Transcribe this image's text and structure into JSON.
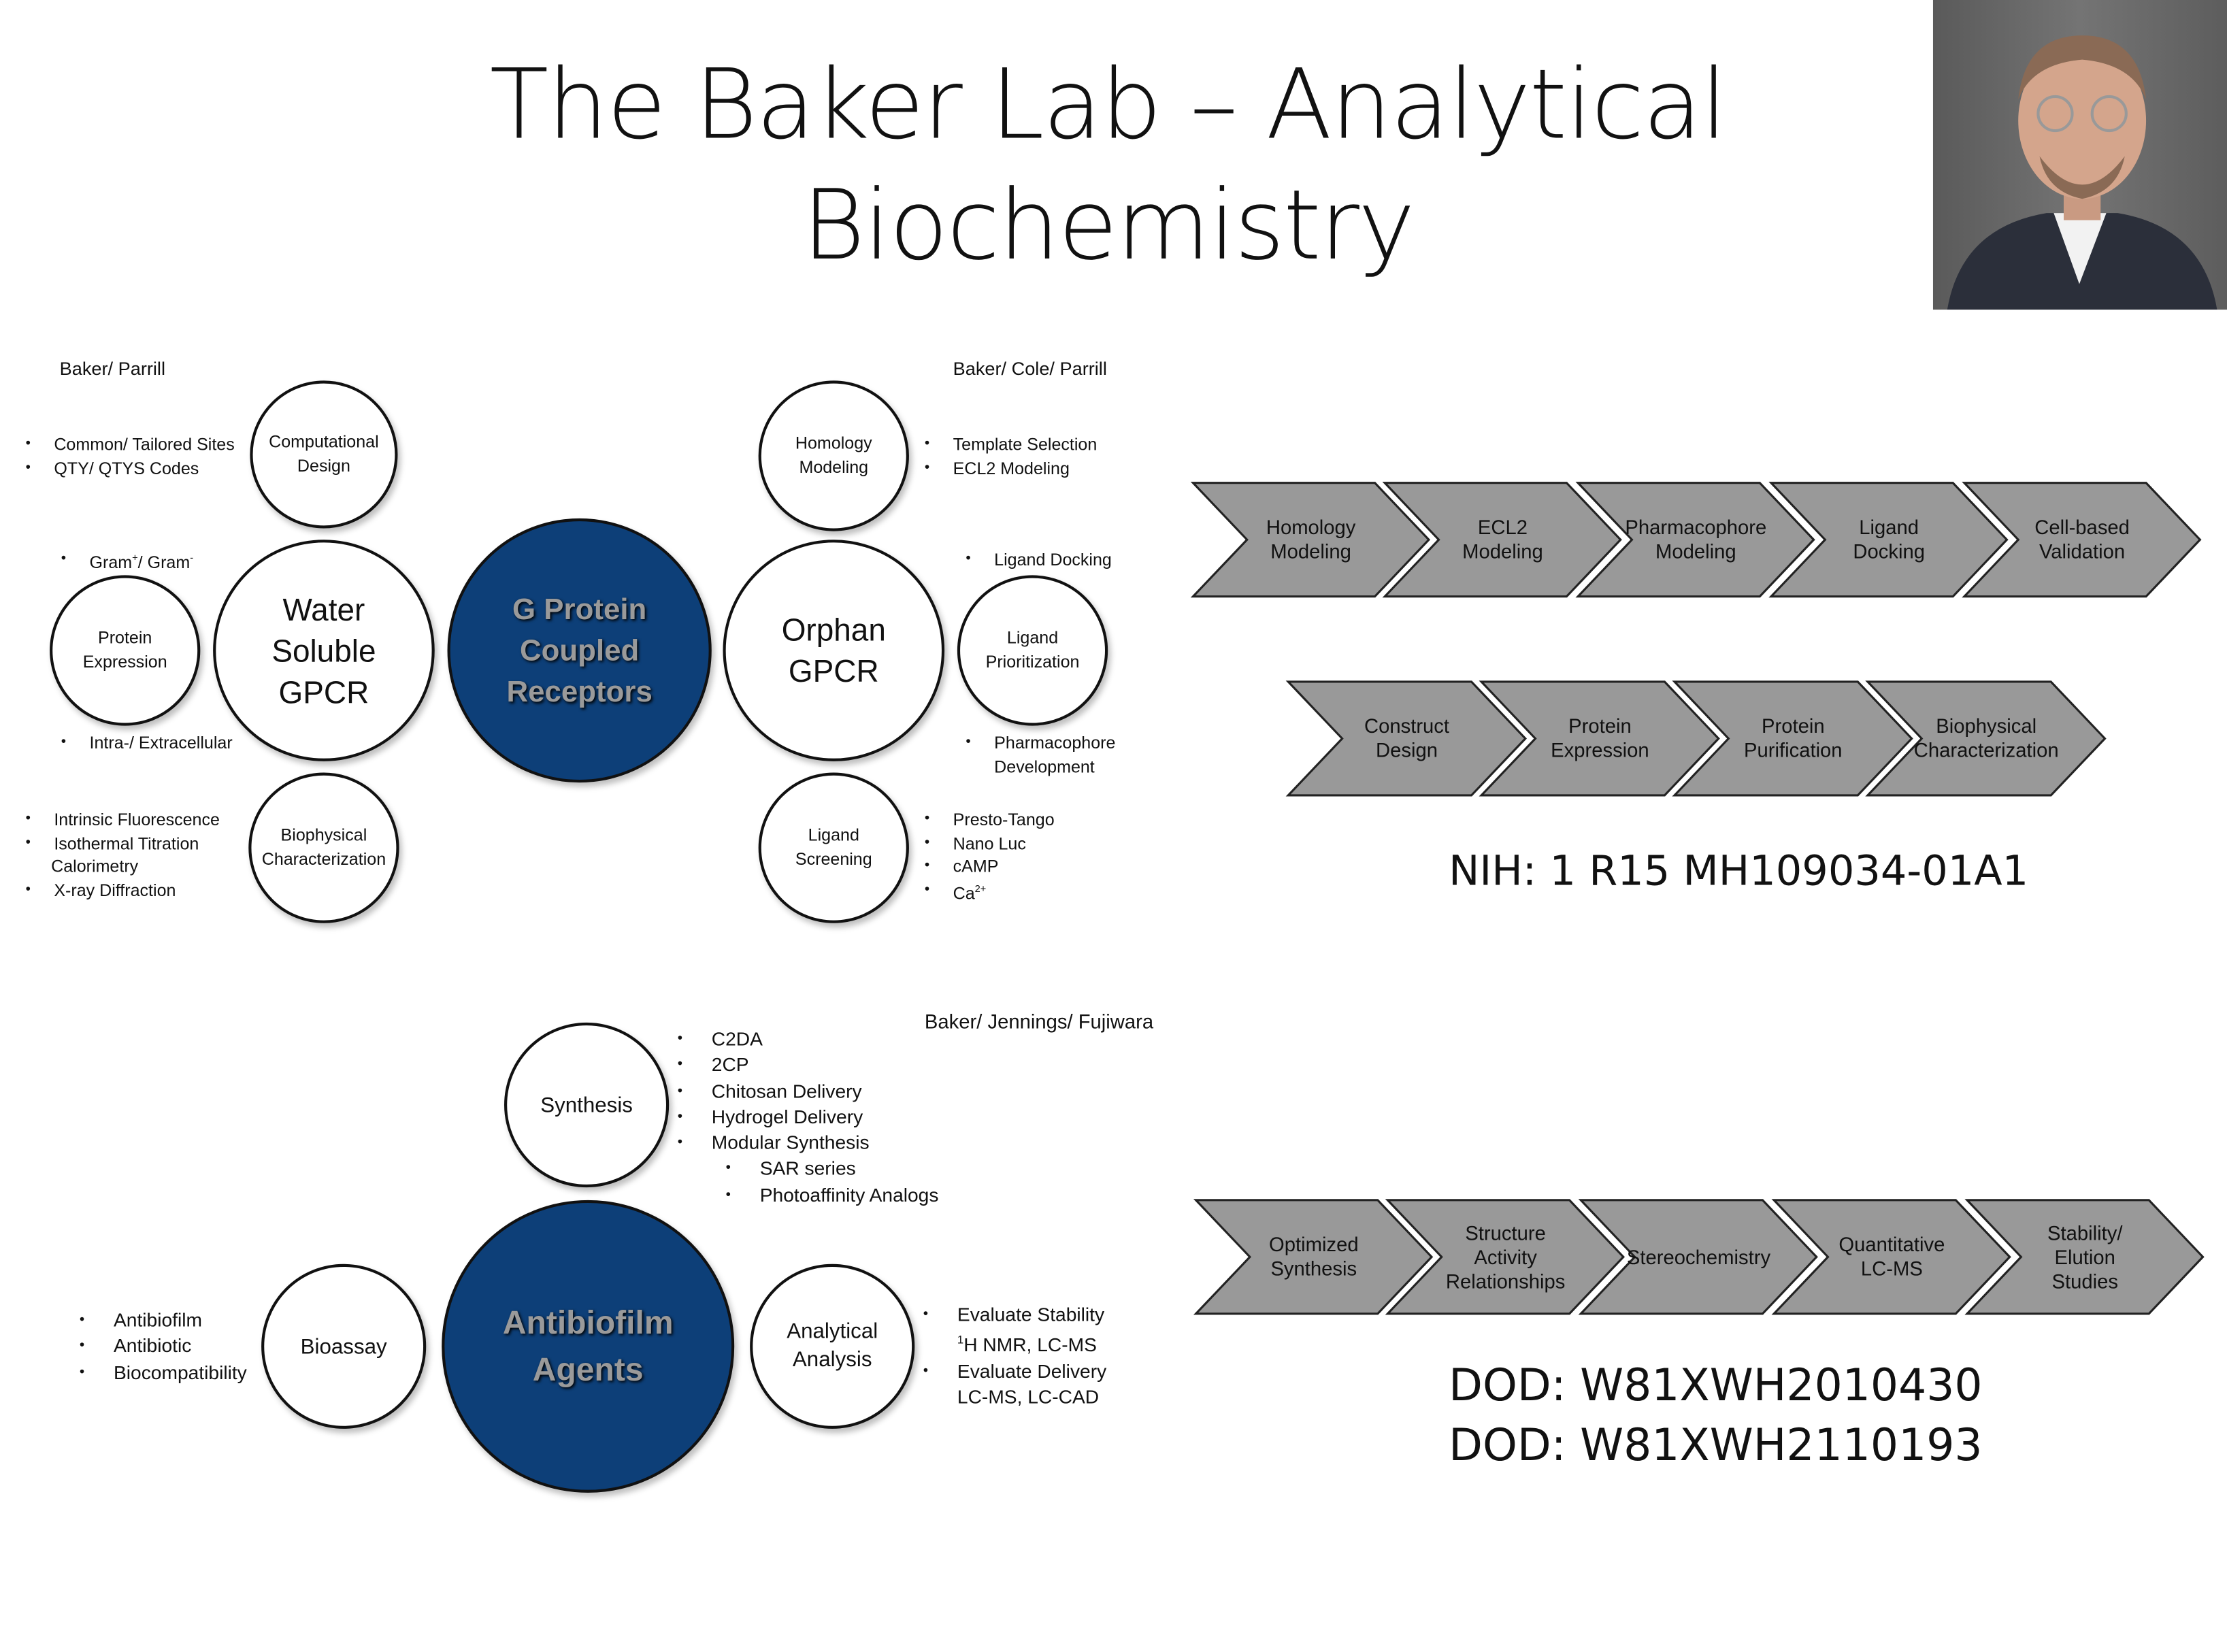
{
  "title": {
    "line1": "The Baker Lab – Analytical",
    "line2": "Biochemistry"
  },
  "gpcr_section": {
    "left_credit": "Baker/ Parrill",
    "right_credit": "Baker/ Cole/ Parrill",
    "center": "G Protein\nCoupled\nReceptors",
    "water_soluble": {
      "hub": "Water\nSoluble\nGPCR",
      "computational_design": "Computational\nDesign",
      "computational_bullets": [
        "Common/ Tailored Sites",
        "QTY/ QTYS Codes"
      ],
      "protein_expression": "Protein\nExpression",
      "gram_bullet": {
        "text1": "Gram",
        "sup1": "+",
        "text2": "/ Gram",
        "sup2": "-"
      },
      "intra_bullet": "Intra-/ Extracellular",
      "biophysical": "Biophysical\nCharacterization",
      "biophysical_bullets": [
        "Intrinsic Fluorescence",
        "Isothermal Titration",
        "Calorimetry",
        "X-ray Diffraction"
      ]
    },
    "orphan": {
      "hub": "Orphan\nGPCR",
      "homology": "Homology\nModeling",
      "homology_bullets": [
        "Template Selection",
        "ECL2 Modeling"
      ],
      "ligand_docking_bullet": "Ligand Docking",
      "prioritization": "Ligand\nPrioritization",
      "pharmacophore_bullet": [
        "Pharmacophore",
        "Development"
      ],
      "screening": "Ligand\nScreening",
      "screening_bullets": [
        "Presto-Tango",
        "Nano Luc",
        "cAMP"
      ],
      "ca_bullet": {
        "text": "Ca",
        "sup": "2+"
      }
    }
  },
  "workflow_row1": [
    "Homology\nModeling",
    "ECL2\nModeling",
    "Pharmacophore\nModeling",
    "Ligand\nDocking",
    "Cell-based\nValidation"
  ],
  "workflow_row2": [
    "Construct\nDesign",
    "Protein\nExpression",
    "Protein\nPurification",
    "Biophysical\nCharacterization"
  ],
  "grant_nih": "NIH: 1 R15 MH109034-01A1",
  "antibiofilm_section": {
    "credit": "Baker/ Jennings/ Fujiwara",
    "center": "Antibiofilm\nAgents",
    "synthesis": "Synthesis",
    "synthesis_bullets": [
      "C2DA",
      "2CP",
      "Chitosan Delivery",
      "Hydrogel Delivery",
      "Modular Synthesis"
    ],
    "synthesis_sub_bullets": [
      "SAR series",
      "Photoaffinity Analogs"
    ],
    "bioassay": "Bioassay",
    "bioassay_bullets": [
      "Antibiofilm",
      "Antibiotic",
      "Biocompatibility"
    ],
    "analytical": "Analytical\nAnalysis",
    "analytical_bullets": {
      "b1": "Evaluate Stability",
      "b1_sup": "1",
      "b1_detail": "H NMR, LC-MS",
      "b2": "Evaluate Delivery",
      "b2_detail": "LC-MS, LC-CAD"
    }
  },
  "workflow_row3": [
    "Optimized\nSynthesis",
    "Structure\nActivity\nRelationships",
    "Stereochemistry",
    "Quantitative\nLC-MS",
    "Stability/\nElution\nStudies"
  ],
  "grants_dod": [
    "DOD: W81XWH2010430",
    "DOD: W81XWH2110193"
  ],
  "colors": {
    "accent_blue": "#0d3f78",
    "chevron_gray": "#999999"
  }
}
